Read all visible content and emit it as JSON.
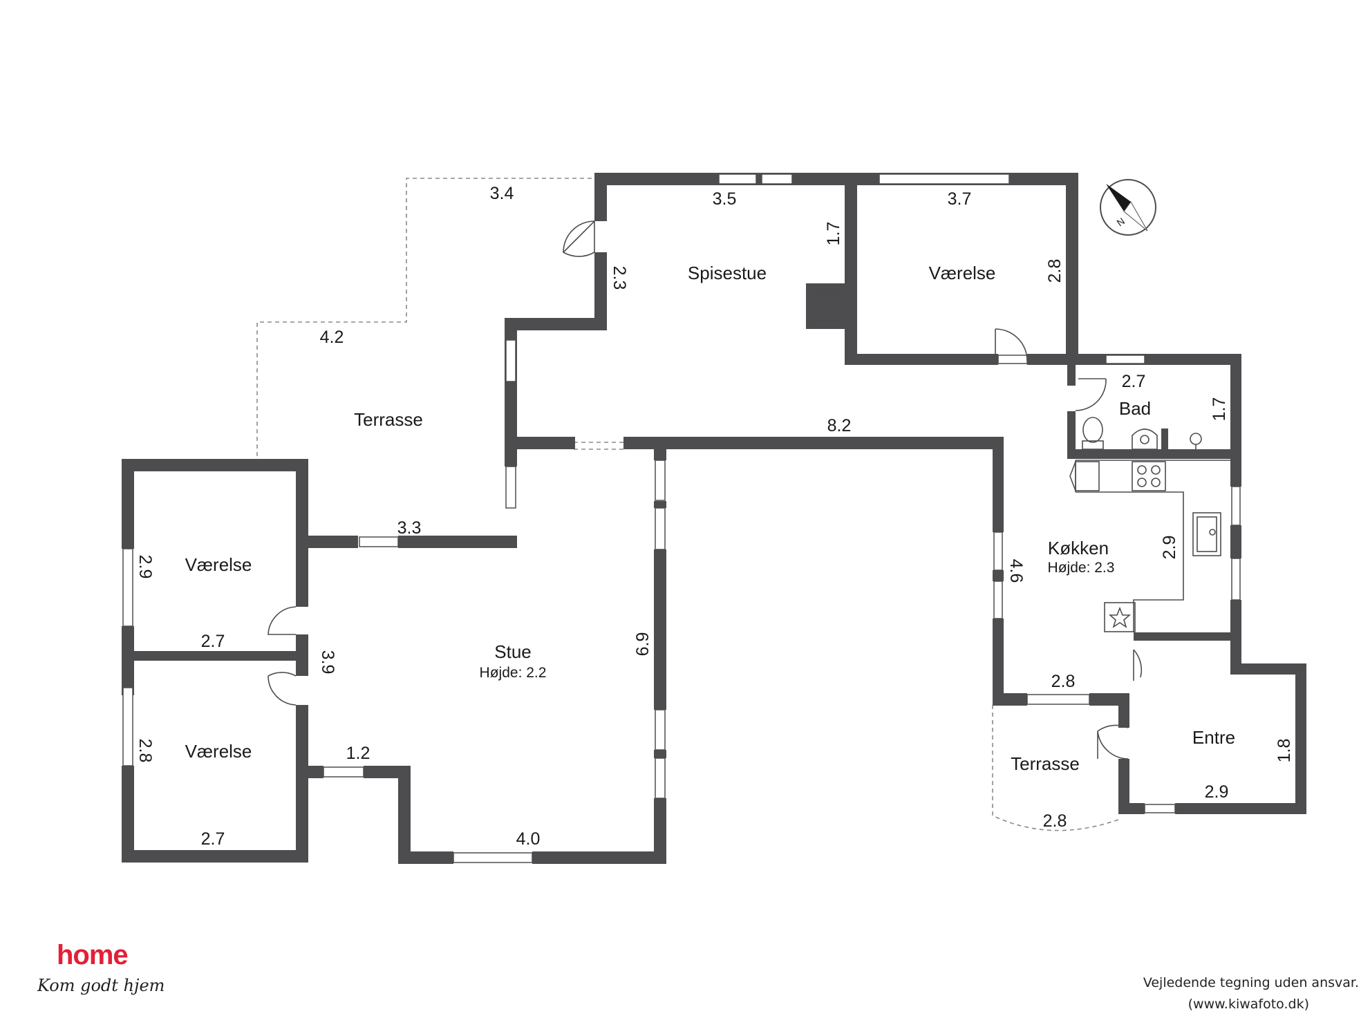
{
  "rooms": {
    "spisestue": "Spisestue",
    "vaerelse_ne": "Værelse",
    "terrasse_nw": "Terrasse",
    "bad": "Bad",
    "koekken": "Køkken",
    "koekken_hoejde": "Højde: 2.3",
    "vaerelse_w1": "Værelse",
    "vaerelse_w2": "Værelse",
    "stue": "Stue",
    "stue_hoejde": "Højde: 2.2",
    "entre": "Entre",
    "terrasse_se": "Terrasse"
  },
  "dimensions": {
    "terrasse_top": "3.4",
    "terrasse_mid": "4.2",
    "terrasse_bottom": "3.3",
    "spisestue_top": "3.5",
    "spisestue_side": "1.7",
    "spisestue_left": "2.3",
    "vaerelse_ne_top": "3.7",
    "vaerelse_ne_side": "2.8",
    "corridor": "8.2",
    "bad_top": "2.7",
    "bad_side": "1.7",
    "koekken_side_left": "4.6",
    "koekken_side_right": "2.9",
    "koekken_bottom": "2.8",
    "vaerelse_w1_side": "2.9",
    "vaerelse_w1_bottom": "2.7",
    "hall_side": "3.9",
    "vaerelse_w2_side": "2.8",
    "vaerelse_w2_bottom": "2.7",
    "stue_side": "6.9",
    "stue_bottom": "4.0",
    "stue_nook": "1.2",
    "entre_side": "1.8",
    "entre_bottom": "2.9",
    "terrasse_se_bottom": "2.8"
  },
  "branding": {
    "logo_word": "home",
    "logo_tagline": "Kom godt hjem",
    "compass_icon": "compass-north-icon"
  },
  "footer": {
    "disclaimer_line1": "Vejledende tegning uden ansvar.",
    "disclaimer_line2": "(www.kiwafoto.dk)"
  },
  "colors": {
    "wall": "#4d4d4f",
    "brand_red": "#e41f36"
  }
}
